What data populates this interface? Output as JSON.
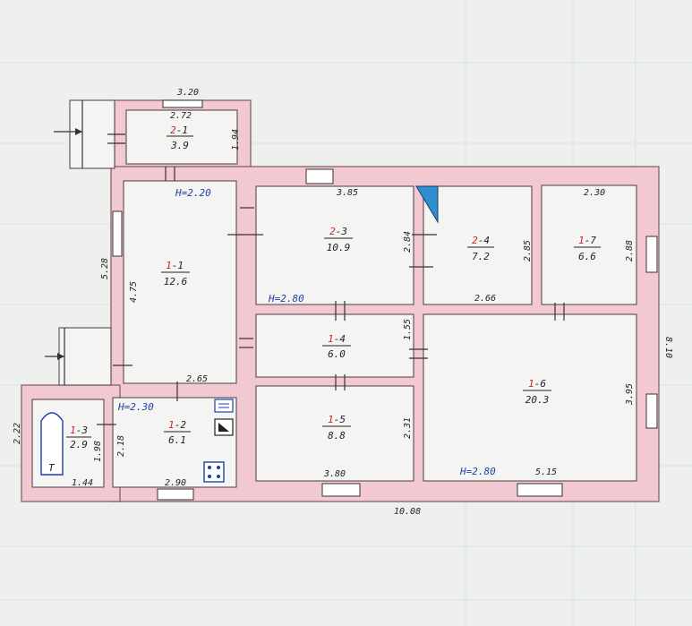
{
  "colors": {
    "wall_fill": "#f2c9d0",
    "room_fill": "#f4f5f3",
    "height_text": "#1f3fa8",
    "floor_prefix": "#c62a2a",
    "stair_fill": "#2f8fd0"
  },
  "rooms": [
    {
      "id": "2-1",
      "prefix": "2",
      "num": "1",
      "area": "3.9"
    },
    {
      "id": "1-1",
      "prefix": "1",
      "num": "1",
      "area": "12.6"
    },
    {
      "id": "2-3",
      "prefix": "2",
      "num": "3",
      "area": "10.9"
    },
    {
      "id": "2-4",
      "prefix": "2",
      "num": "4",
      "area": "7.2"
    },
    {
      "id": "1-7",
      "prefix": "1",
      "num": "7",
      "area": "6.6"
    },
    {
      "id": "1-4",
      "prefix": "1",
      "num": "4",
      "area": "6.0"
    },
    {
      "id": "1-6",
      "prefix": "1",
      "num": "6",
      "area": "20.3"
    },
    {
      "id": "1-5",
      "prefix": "1",
      "num": "5",
      "area": "8.8"
    },
    {
      "id": "1-2",
      "prefix": "1",
      "num": "2",
      "area": "6.1"
    },
    {
      "id": "1-3",
      "prefix": "1",
      "num": "3",
      "area": "2.9"
    }
  ],
  "heights": [
    "H=2.20",
    "H=2.80",
    "H=2.30",
    "H=2.80"
  ],
  "dimensions": {
    "d_320": "3.20",
    "d_272": "2.72",
    "d_194": "1.94",
    "d_385": "3.85",
    "d_284": "2.84",
    "d_285": "2.85",
    "d_230": "2.30",
    "d_288": "2.88",
    "d_528": "5.28",
    "d_475": "4.75",
    "d_266": "2.66",
    "d_155": "1.55",
    "d_810": "8.10",
    "d_265": "2.65",
    "d_395": "3.95",
    "d_231": "2.31",
    "d_222": "2.22",
    "d_198": "1.98",
    "d_218": "2.18",
    "d_290": "2.90",
    "d_380": "3.80",
    "d_515": "5.15",
    "d_144": "1.44",
    "d_1008": "10.08"
  },
  "symbols": {
    "boiler": "T"
  }
}
